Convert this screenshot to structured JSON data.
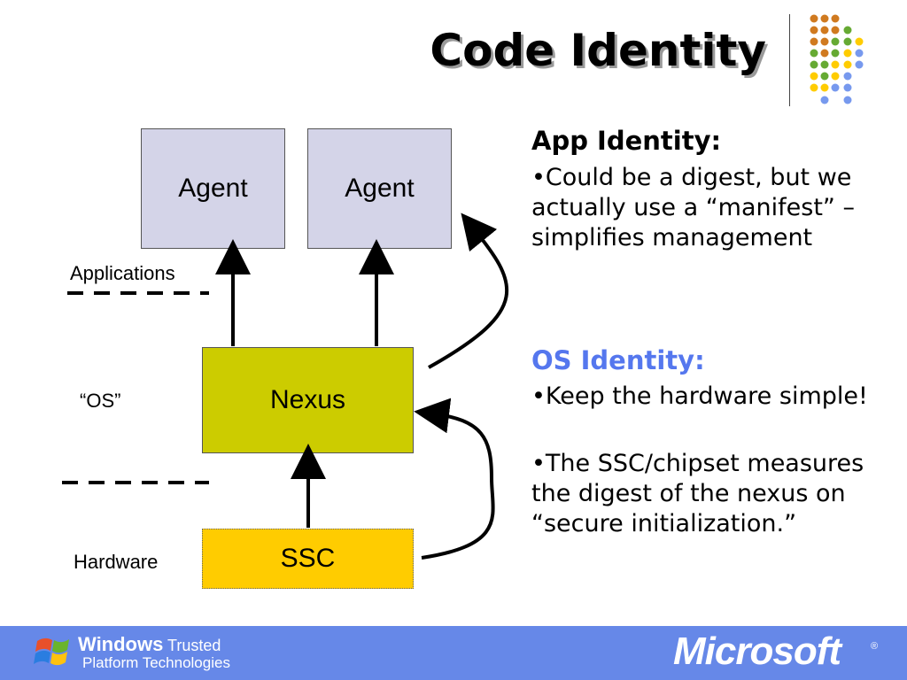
{
  "slide": {
    "title": "Code Identity"
  },
  "diagram": {
    "agent1": "Agent",
    "agent2": "Agent",
    "nexus": "Nexus",
    "ssc": "SSC",
    "label_applications": "Applications",
    "label_os": "“OS”",
    "label_hardware": "Hardware"
  },
  "content": {
    "app_heading": "App Identity:",
    "app_bullet": "•Could be a digest, but we actually use a “manifest” – simplifies management",
    "os_heading": "OS Identity:",
    "os_bullet1": "•Keep the hardware simple!",
    "os_bullet2": "•The SSC/chipset measures the digest of the nexus on “secure initialization.”"
  },
  "footer": {
    "brand_line1_a": "Windows",
    "brand_line1_b": " Trusted",
    "brand_line2": "Platform Technologies",
    "company": "Microsoft",
    "registered": "®"
  },
  "colors": {
    "os_heading": "#5577ee",
    "agent_box": "#d4d4e8",
    "nexus_box": "#cccc00",
    "ssc_box": "#ffcc00",
    "footer": "#6688e8"
  }
}
